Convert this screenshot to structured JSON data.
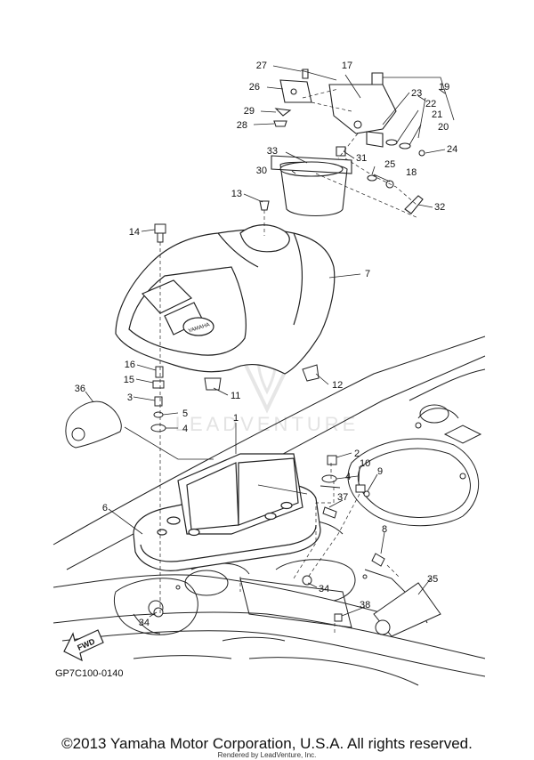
{
  "diagram": {
    "parts": [
      {
        "id": "p27",
        "number": "27"
      },
      {
        "id": "p17",
        "number": "17"
      },
      {
        "id": "p26",
        "number": "26"
      },
      {
        "id": "p23",
        "number": "23"
      },
      {
        "id": "p19",
        "number": "19"
      },
      {
        "id": "p22",
        "number": "22"
      },
      {
        "id": "p29",
        "number": "29"
      },
      {
        "id": "p21",
        "number": "21"
      },
      {
        "id": "p28",
        "number": "28"
      },
      {
        "id": "p20",
        "number": "20"
      },
      {
        "id": "p24",
        "number": "24"
      },
      {
        "id": "p33",
        "number": "33"
      },
      {
        "id": "p31",
        "number": "31"
      },
      {
        "id": "p30",
        "number": "30"
      },
      {
        "id": "p25",
        "number": "25"
      },
      {
        "id": "p18",
        "number": "18"
      },
      {
        "id": "p13",
        "number": "13"
      },
      {
        "id": "p32",
        "number": "32"
      },
      {
        "id": "p14",
        "number": "14"
      },
      {
        "id": "p7",
        "number": "7"
      },
      {
        "id": "p16",
        "number": "16"
      },
      {
        "id": "p15",
        "number": "15"
      },
      {
        "id": "p11",
        "number": "11"
      },
      {
        "id": "p12",
        "number": "12"
      },
      {
        "id": "p36",
        "number": "36"
      },
      {
        "id": "p3",
        "number": "3"
      },
      {
        "id": "p5",
        "number": "5"
      },
      {
        "id": "p4a",
        "number": "4"
      },
      {
        "id": "p1",
        "number": "1"
      },
      {
        "id": "p2",
        "number": "2"
      },
      {
        "id": "p10",
        "number": "10"
      },
      {
        "id": "p9",
        "number": "9"
      },
      {
        "id": "p4b",
        "number": "4"
      },
      {
        "id": "p37",
        "number": "37"
      },
      {
        "id": "p6",
        "number": "6"
      },
      {
        "id": "p8",
        "number": "8"
      },
      {
        "id": "p35",
        "number": "35"
      },
      {
        "id": "p34a",
        "number": "34"
      },
      {
        "id": "p38",
        "number": "38"
      },
      {
        "id": "p34b",
        "number": "34"
      }
    ],
    "embossed_logo": "YAMAHA",
    "fwd_arrow_label": "FWD",
    "drawing_code": "GP7C100-0140",
    "watermark": "LEADVENTURE"
  },
  "footer": {
    "copyright": "©2013 Yamaha Motor Corporation, U.S.A. All rights reserved.",
    "rendered_by": "Rendered by LeadVenture, Inc."
  }
}
